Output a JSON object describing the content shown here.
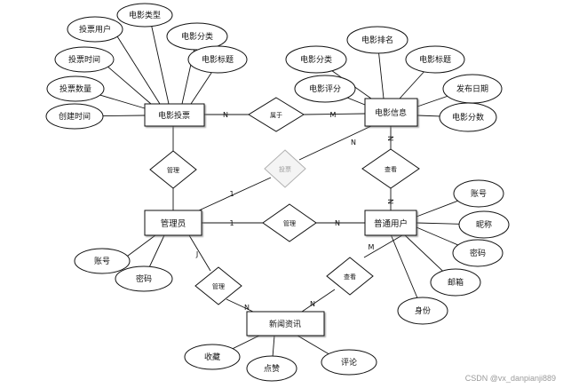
{
  "entities": {
    "vote": "电影投票",
    "movie": "电影信息",
    "admin": "管理员",
    "user": "普通用户",
    "news": "新闻资讯"
  },
  "relationships": {
    "belongs": "属于",
    "manage_vote": "管理",
    "vote_movie": "投票",
    "manage_user": "管理",
    "view_movie": "查看",
    "manage_news": "管理",
    "view_news": "查看"
  },
  "attributes": {
    "vote": [
      "投票用户",
      "电影类型",
      "投票时间",
      "电影分类",
      "投票数量",
      "电影标题",
      "创建时间"
    ],
    "movie": [
      "电影排名",
      "电影分类",
      "电影标题",
      "电影评分",
      "发布日期",
      "电影分数"
    ],
    "admin": [
      "账号",
      "密码"
    ],
    "user": [
      "账号",
      "昵称",
      "密码",
      "邮箱",
      "身份"
    ],
    "news": [
      "收藏",
      "点赞",
      "评论"
    ]
  },
  "cardinalities": {
    "vote_belongs": "N",
    "belongs_movie": "M",
    "movie_view": "N",
    "view_user": "N",
    "vote_rel_movie": "N",
    "vote_rel_admin": "1",
    "admin_manage_user_left": "1",
    "admin_manage_user_right": "N",
    "admin_news_rel": "J",
    "news_rel_admin": "N",
    "user_view_news": "M",
    "view_news_news": "N"
  },
  "watermark": "CSDN @vx_danpianji889"
}
